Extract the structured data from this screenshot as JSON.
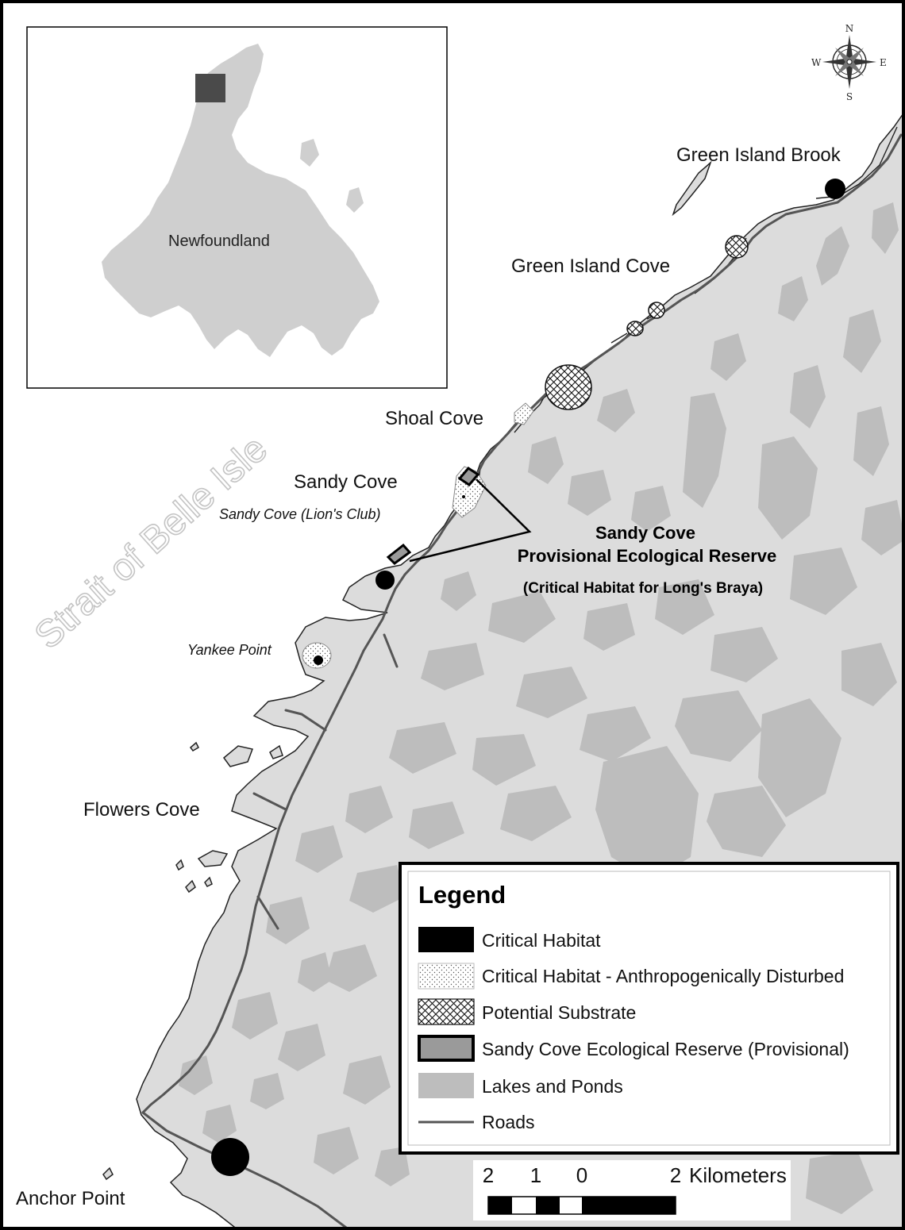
{
  "compass": {
    "n": "N",
    "s": "S",
    "e": "E",
    "w": "W"
  },
  "inset": {
    "label": "Newfoundland"
  },
  "water_label": "Strait of Belle Isle",
  "places": {
    "green_island_brook": "Green Island Brook",
    "green_island_cove": "Green Island Cove",
    "shoal_cove": "Shoal Cove",
    "sandy_cove": "Sandy Cove",
    "sandy_cove_lions_club": "Sandy Cove (Lion's Club)",
    "yankee_point": "Yankee Point",
    "flowers_cove": "Flowers Cove",
    "anchor_point": "Anchor Point"
  },
  "callout": {
    "line1": "Sandy Cove",
    "line2": "Provisional Ecological Reserve",
    "line3": "(Critical Habitat for Long's Braya)"
  },
  "legend": {
    "title": "Legend",
    "items": [
      {
        "label": "Critical Habitat",
        "symbol": "solid-black"
      },
      {
        "label": "Critical Habitat - Anthropogenically Disturbed",
        "symbol": "stipple"
      },
      {
        "label": "Potential Substrate",
        "symbol": "crosshatch"
      },
      {
        "label": "Sandy Cove Ecological Reserve (Provisional)",
        "symbol": "grey-thick-outline"
      },
      {
        "label": "Lakes and Ponds",
        "symbol": "light-grey"
      },
      {
        "label": "Roads",
        "symbol": "line"
      }
    ]
  },
  "scale_bar": {
    "labels": [
      "2",
      "1",
      "0",
      "2"
    ],
    "unit": "Kilometers"
  },
  "colors": {
    "land": "#dcdcdc",
    "water": "#ffffff",
    "lakes": "#bdbdbd",
    "roads": "#555555",
    "inset_land": "#cfcfcf",
    "inset_marker": "#4a4a4a"
  }
}
